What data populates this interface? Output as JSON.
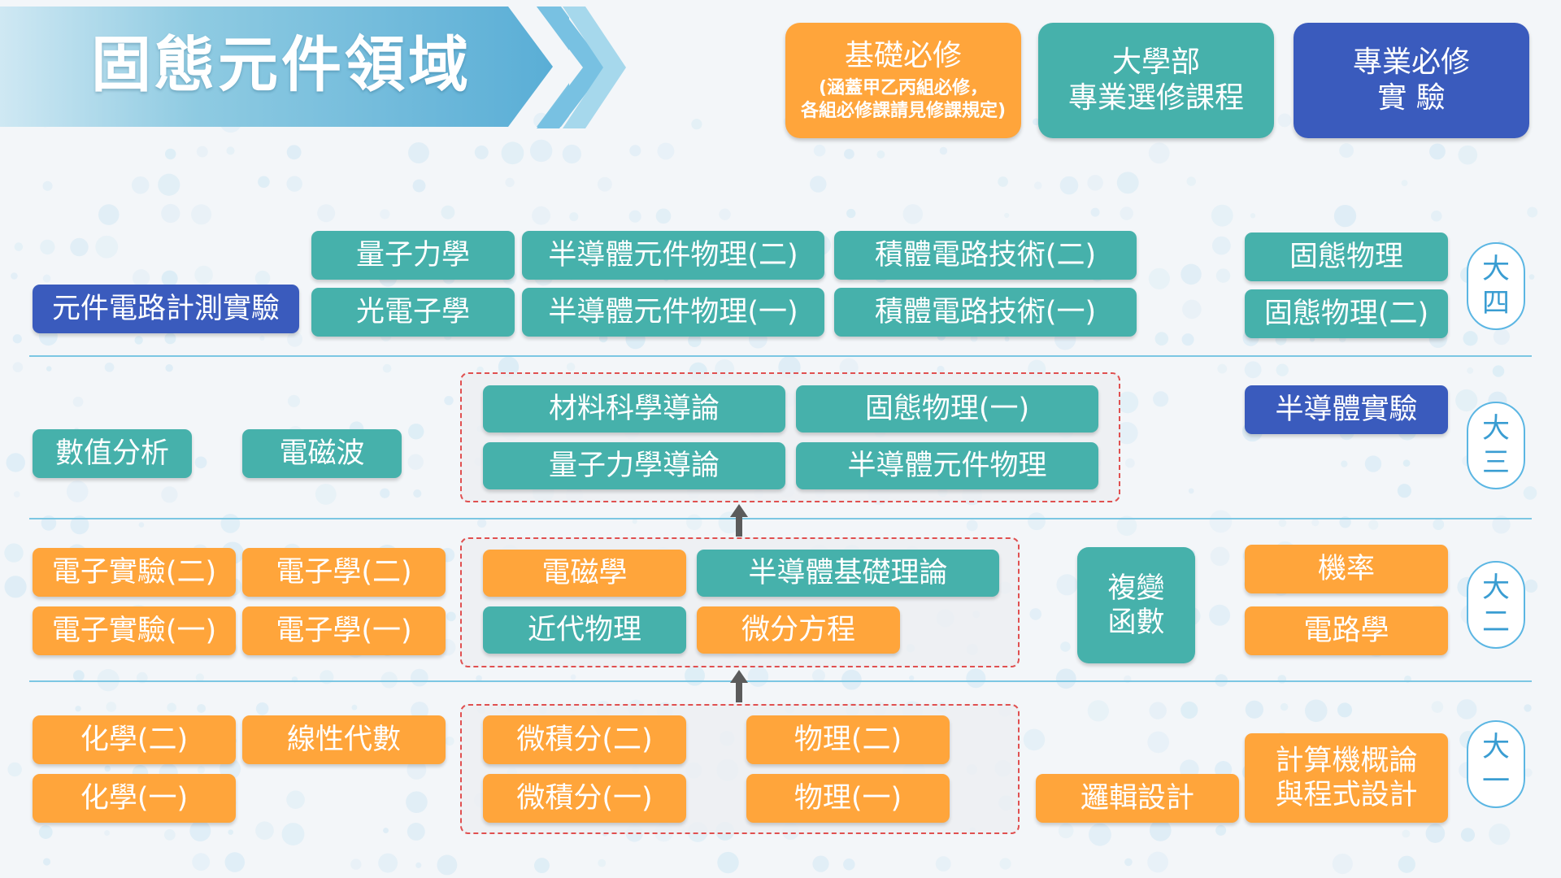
{
  "header": {
    "title": "固態元件領域"
  },
  "legend": [
    {
      "id": "required-basic",
      "lines": [
        "基礎必修"
      ],
      "note_lines": [
        "(涵蓋甲乙丙組必修，",
        "各組必修課請見修課規定)"
      ],
      "color": "#ffa53b"
    },
    {
      "id": "undergrad-elective",
      "lines": [
        "大學部",
        "專業選修課程"
      ],
      "note_lines": [],
      "color": "#46b1ab"
    },
    {
      "id": "required-lab",
      "lines": [
        "專業必修",
        "實 驗"
      ],
      "note_lines": [],
      "color": "#3a5bbd"
    }
  ],
  "years": [
    {
      "id": "year-4",
      "chars": [
        "大",
        "四"
      ]
    },
    {
      "id": "year-3",
      "chars": [
        "大",
        "三"
      ]
    },
    {
      "id": "year-2",
      "chars": [
        "大",
        "二"
      ]
    },
    {
      "id": "year-1",
      "chars": [
        "大",
        "一"
      ]
    }
  ],
  "courses": {
    "lab_device_circuit": "元件電路計測實驗",
    "quantum_mechanics": "量子力學",
    "optoelectronics": "光電子學",
    "semi_device_physics_2": "半導體元件物理(二)",
    "semi_device_physics_1": "半導體元件物理(一)",
    "ic_tech_2": "積體電路技術(二)",
    "ic_tech_1": "積體電路技術(一)",
    "solid_state_physics": "固態物理",
    "solid_state_physics_2": "固態物理(二)",
    "numerical_analysis": "數值分析",
    "em_waves": "電磁波",
    "intro_materials": "材料科學導論",
    "solid_state_physics_1": "固態物理(一)",
    "intro_quantum": "量子力學導論",
    "semi_device_physics": "半導體元件物理",
    "semi_lab": "半導體實驗",
    "electronics_lab_2": "電子實驗(二)",
    "electronics_lab_1": "電子實驗(一)",
    "electronics_2": "電子學(二)",
    "electronics_1": "電子學(一)",
    "electromagnetics": "電磁學",
    "semi_fundamentals": "半導體基礎理論",
    "modern_physics": "近代物理",
    "diff_equations": "微分方程",
    "complex_functions_l1": "複變",
    "complex_functions_l2": "函數",
    "probability": "機率",
    "circuits": "電路學",
    "chemistry_2": "化學(二)",
    "chemistry_1": "化學(一)",
    "linear_algebra": "線性代數",
    "calculus_2": "微積分(二)",
    "calculus_1": "微積分(一)",
    "physics_2": "物理(二)",
    "physics_1": "物理(一)",
    "logic_design": "邏輯設計",
    "intro_computer_l1": "計算機概論",
    "intro_computer_l2": "與程式設計"
  },
  "colors": {
    "elective_teal": "#46b1ab",
    "required_orange": "#ffa53b",
    "lab_blue": "#3a5bbd",
    "divider": "#7cc7e3",
    "dashed_border": "#e05050"
  }
}
